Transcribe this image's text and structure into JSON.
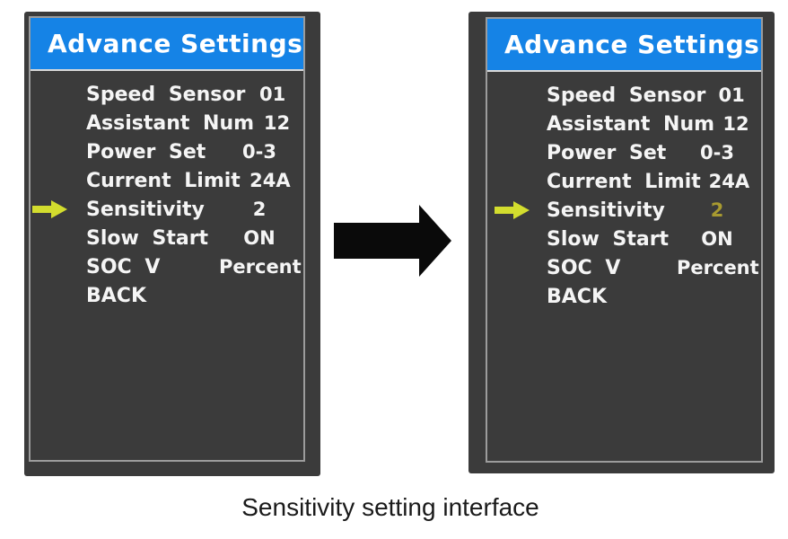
{
  "caption": "Sensitivity setting interface",
  "colors": {
    "page_bg": "#ffffff",
    "panel_bg": "#3b3b3b",
    "screen_border": "#9c9c9c",
    "header_bg": "#1583e6",
    "header_border": "#d9d9d9",
    "title_text": "#ffffff",
    "item_text": "#f5f5f5",
    "cursor_arrow": "#d3dd2e",
    "value_highlight": "#a89a30",
    "transition_arrow": "#0a0a0a",
    "caption_text": "#1a1a1a"
  },
  "icons": {
    "cursor": "right-arrow-icon",
    "transition": "right-arrow-icon"
  },
  "screens": [
    {
      "title": "Advance Settings",
      "items": [
        {
          "label": "Speed Sensor",
          "value": "01",
          "selected": false,
          "value_highlight": false
        },
        {
          "label": "Assistant Num",
          "value": "12",
          "selected": false,
          "value_highlight": false
        },
        {
          "label": "Power Set",
          "value": "0-3",
          "selected": false,
          "value_highlight": false
        },
        {
          "label": "Current Limit",
          "value": "24A",
          "selected": false,
          "value_highlight": false
        },
        {
          "label": "Sensitivity",
          "value": "2",
          "selected": true,
          "value_highlight": false
        },
        {
          "label": "Slow Start",
          "value": "ON",
          "selected": false,
          "value_highlight": false
        },
        {
          "label": "SOC V",
          "value": "Percent",
          "selected": false,
          "value_highlight": false
        },
        {
          "label": "BACK",
          "value": "",
          "selected": false,
          "value_highlight": false
        }
      ]
    },
    {
      "title": "Advance Settings",
      "items": [
        {
          "label": "Speed Sensor",
          "value": "01",
          "selected": false,
          "value_highlight": false
        },
        {
          "label": "Assistant Num",
          "value": "12",
          "selected": false,
          "value_highlight": false
        },
        {
          "label": "Power Set",
          "value": "0-3",
          "selected": false,
          "value_highlight": false
        },
        {
          "label": "Current Limit",
          "value": "24A",
          "selected": false,
          "value_highlight": false
        },
        {
          "label": "Sensitivity",
          "value": "2",
          "selected": true,
          "value_highlight": true
        },
        {
          "label": "Slow Start",
          "value": "ON",
          "selected": false,
          "value_highlight": false
        },
        {
          "label": "SOC V",
          "value": "Percent",
          "selected": false,
          "value_highlight": false
        },
        {
          "label": "BACK",
          "value": "",
          "selected": false,
          "value_highlight": false
        }
      ]
    }
  ]
}
